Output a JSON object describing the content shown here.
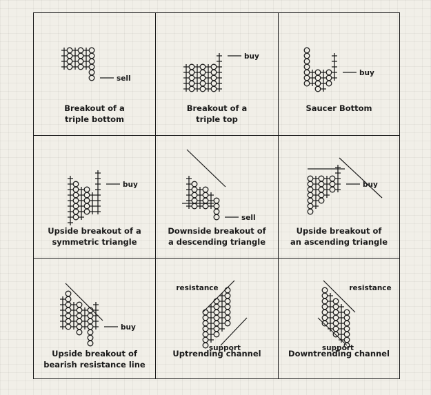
{
  "patterns": [
    {
      "id": "breakout-triple-bottom",
      "caption": [
        "Breakout of a",
        "triple bottom"
      ],
      "signal_label": "sell",
      "signal": "sell"
    },
    {
      "id": "breakout-triple-top",
      "caption": [
        "Breakout of a",
        "triple top"
      ],
      "signal_label": "buy",
      "signal": "buy"
    },
    {
      "id": "saucer-bottom",
      "caption": [
        "Saucer Bottom"
      ],
      "signal_label": "buy",
      "signal": "buy"
    },
    {
      "id": "upside-breakout-symmetric-triangle",
      "caption": [
        "Upside breakout of a",
        "symmetric triangle"
      ],
      "signal_label": "buy",
      "signal": "buy"
    },
    {
      "id": "downside-breakout-descending-triangle",
      "caption": [
        "Downside breakout of",
        "a descending triangle"
      ],
      "signal_label": "sell",
      "signal": "sell"
    },
    {
      "id": "upside-breakout-ascending-triangle",
      "caption": [
        "Upside breakout of",
        "an ascending triangle"
      ],
      "signal_label": "buy",
      "signal": "buy"
    },
    {
      "id": "upside-breakout-bearish-resistance",
      "caption": [
        "Upside breakout of",
        "bearish resistance line"
      ],
      "signal_label": "buy",
      "signal": "buy"
    },
    {
      "id": "uptrending-channel",
      "caption": [
        "Uptrending channel"
      ],
      "line_labels": [
        "resistance",
        "support"
      ]
    },
    {
      "id": "downtrending-channel",
      "caption": [
        "Downtrending channel"
      ],
      "line_labels": [
        "resistance",
        "support"
      ]
    }
  ],
  "chart_data": {
    "type": "point-and-figure pattern reference",
    "cells": [
      {
        "pattern": "Breakout of a triple bottom",
        "signal": "sell",
        "columns": [
          {
            "type": "X",
            "from": 2,
            "to": 5
          },
          {
            "type": "O",
            "from": 2,
            "to": 5
          },
          {
            "type": "X",
            "from": 2,
            "to": 5
          },
          {
            "type": "O",
            "from": 2,
            "to": 5
          },
          {
            "type": "X",
            "from": 2,
            "to": 5
          },
          {
            "type": "O",
            "from": 0,
            "to": 5
          }
        ]
      },
      {
        "pattern": "Breakout of a triple top",
        "signal": "buy",
        "columns": [
          {
            "type": "X",
            "from": 0,
            "to": 4
          },
          {
            "type": "O",
            "from": 0,
            "to": 4
          },
          {
            "type": "X",
            "from": 0,
            "to": 4
          },
          {
            "type": "O",
            "from": 0,
            "to": 4
          },
          {
            "type": "X",
            "from": 0,
            "to": 4
          },
          {
            "type": "O",
            "from": 0,
            "to": 4
          },
          {
            "type": "X",
            "from": 0,
            "to": 6
          }
        ]
      },
      {
        "pattern": "Saucer Bottom",
        "signal": "buy",
        "columns": [
          {
            "type": "O",
            "from": 1,
            "to": 7
          },
          {
            "type": "X",
            "from": 1,
            "to": 3
          },
          {
            "type": "O",
            "from": 0,
            "to": 3
          },
          {
            "type": "X",
            "from": 0,
            "to": 3
          },
          {
            "type": "O",
            "from": 1,
            "to": 3
          },
          {
            "type": "X",
            "from": 2,
            "to": 6
          }
        ]
      },
      {
        "pattern": "Upside breakout of a symmetric triangle",
        "signal": "buy",
        "columns": [
          {
            "type": "X",
            "from": 0,
            "to": 8
          },
          {
            "type": "O",
            "from": 1,
            "to": 7
          },
          {
            "type": "X",
            "from": 1,
            "to": 6
          },
          {
            "type": "O",
            "from": 2,
            "to": 6
          },
          {
            "type": "X",
            "from": 2,
            "to": 5
          },
          {
            "type": "X",
            "from": 2,
            "to": 9
          }
        ]
      },
      {
        "pattern": "Downside breakout of a descending triangle",
        "signal": "sell",
        "columns": [
          {
            "type": "X",
            "from": 2,
            "to": 7
          },
          {
            "type": "O",
            "from": 2,
            "to": 6
          },
          {
            "type": "X",
            "from": 2,
            "to": 5
          },
          {
            "type": "O",
            "from": 2,
            "to": 5
          },
          {
            "type": "X",
            "from": 2,
            "to": 4
          },
          {
            "type": "O",
            "from": 0,
            "to": 3
          }
        ]
      },
      {
        "pattern": "Upside breakout of an ascending triangle",
        "signal": "buy",
        "columns": [
          {
            "type": "O",
            "from": 2,
            "to": 8
          },
          {
            "type": "X",
            "from": 3,
            "to": 8
          },
          {
            "type": "O",
            "from": 4,
            "to": 8
          },
          {
            "type": "X",
            "from": 5,
            "to": 8
          },
          {
            "type": "O",
            "from": 6,
            "to": 8
          },
          {
            "type": "X",
            "from": 6,
            "to": 10
          }
        ]
      },
      {
        "pattern": "Upside breakout of bearish resistance line",
        "signal": "buy",
        "columns": [
          {
            "type": "X",
            "from": 3,
            "to": 8
          },
          {
            "type": "O",
            "from": 3,
            "to": 9
          },
          {
            "type": "X",
            "from": 3,
            "to": 7
          },
          {
            "type": "O",
            "from": 2,
            "to": 7
          },
          {
            "type": "X",
            "from": 3,
            "to": 6
          },
          {
            "type": "O",
            "from": 0,
            "to": 6
          },
          {
            "type": "X",
            "from": 3,
            "to": 7
          }
        ]
      },
      {
        "pattern": "Uptrending channel",
        "lines": [
          "resistance",
          "support"
        ],
        "columns": [
          {
            "type": "O",
            "from": 0,
            "to": 6
          },
          {
            "type": "X",
            "from": 1,
            "to": 7
          },
          {
            "type": "O",
            "from": 2,
            "to": 8
          },
          {
            "type": "X",
            "from": 3,
            "to": 9
          },
          {
            "type": "O",
            "from": 4,
            "to": 10
          }
        ]
      },
      {
        "pattern": "Downtrending channel",
        "lines": [
          "resistance",
          "support"
        ],
        "columns": [
          {
            "type": "O",
            "from": 4,
            "to": 10
          },
          {
            "type": "X",
            "from": 3,
            "to": 9
          },
          {
            "type": "O",
            "from": 2,
            "to": 8
          },
          {
            "type": "X",
            "from": 1,
            "to": 7
          },
          {
            "type": "O",
            "from": 0,
            "to": 6
          }
        ]
      }
    ]
  }
}
